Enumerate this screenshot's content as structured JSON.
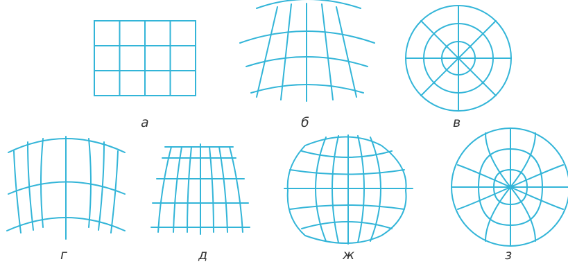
{
  "diagram": {
    "line_color": "#33b5d8",
    "label_color": "#333333",
    "panels": [
      {
        "id": "a",
        "label": "а",
        "grid": "rectangular",
        "columns": 4,
        "rows": 3
      },
      {
        "id": "b",
        "label": "б",
        "grid": "conic"
      },
      {
        "id": "v",
        "label": "в",
        "grid": "azimuthal-polar"
      },
      {
        "id": "g",
        "label": "г",
        "grid": "pseudoconic"
      },
      {
        "id": "d",
        "label": "д",
        "grid": "pseudocylindrical"
      },
      {
        "id": "zh",
        "label": "ж",
        "grid": "equatorial-globular"
      },
      {
        "id": "z",
        "label": "з",
        "grid": "azimuthal-equatorial"
      }
    ]
  }
}
